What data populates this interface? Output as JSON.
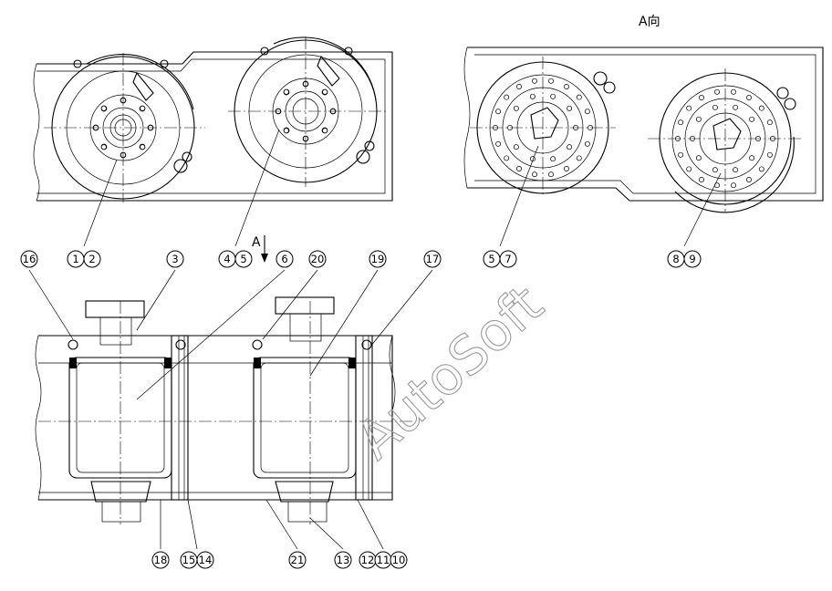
{
  "view_label_top": "A向",
  "view_label_arrow": "A",
  "watermark": "AutoSoft",
  "callouts": [
    {
      "id": "c16",
      "text": "16"
    },
    {
      "id": "c1",
      "text": "1"
    },
    {
      "id": "c2",
      "text": "2"
    },
    {
      "id": "c3",
      "text": "3"
    },
    {
      "id": "c4",
      "text": "4"
    },
    {
      "id": "c5a",
      "text": "5"
    },
    {
      "id": "c6",
      "text": "6"
    },
    {
      "id": "c20",
      "text": "20"
    },
    {
      "id": "c19",
      "text": "19"
    },
    {
      "id": "c17",
      "text": "17"
    },
    {
      "id": "c5b",
      "text": "5"
    },
    {
      "id": "c7",
      "text": "7"
    },
    {
      "id": "c8",
      "text": "8"
    },
    {
      "id": "c9",
      "text": "9"
    },
    {
      "id": "c18",
      "text": "18"
    },
    {
      "id": "c15",
      "text": "15"
    },
    {
      "id": "c14",
      "text": "14"
    },
    {
      "id": "c21",
      "text": "21"
    },
    {
      "id": "c13",
      "text": "13"
    },
    {
      "id": "c12",
      "text": "12"
    },
    {
      "id": "c11",
      "text": "11"
    },
    {
      "id": "c10",
      "text": "10"
    }
  ]
}
